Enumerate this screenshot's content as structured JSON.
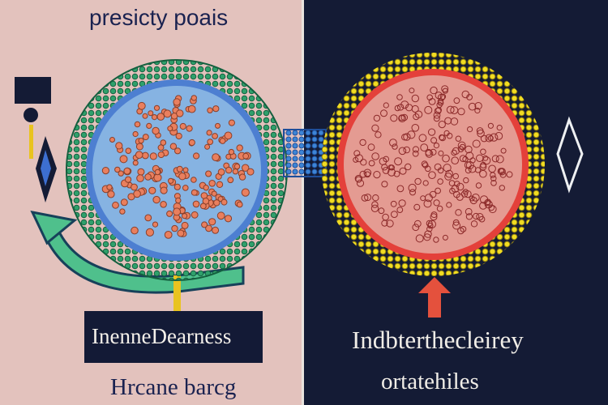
{
  "left": {
    "heading": "presicty poais",
    "box_label": "InenneDearness",
    "caption": "Hrcane barcg"
  },
  "right": {
    "label_line1": "Indbterthecleirey",
    "label_line2": "ortatehiles"
  },
  "colors": {
    "left_background": "#e3c2bd",
    "right_background": "#141b35",
    "left_cell_outer": "#2e9e6a",
    "left_cell_inner": "#7fb0de",
    "left_dots": "#e97f5e",
    "connector": "#3f86d6",
    "right_cell_outer": "#efd81f",
    "right_cell_ring": "#d83a2c",
    "right_cell_inner": "#e4948c",
    "arrow_green": "#4fc08c",
    "arrow_red": "#e4513d"
  }
}
